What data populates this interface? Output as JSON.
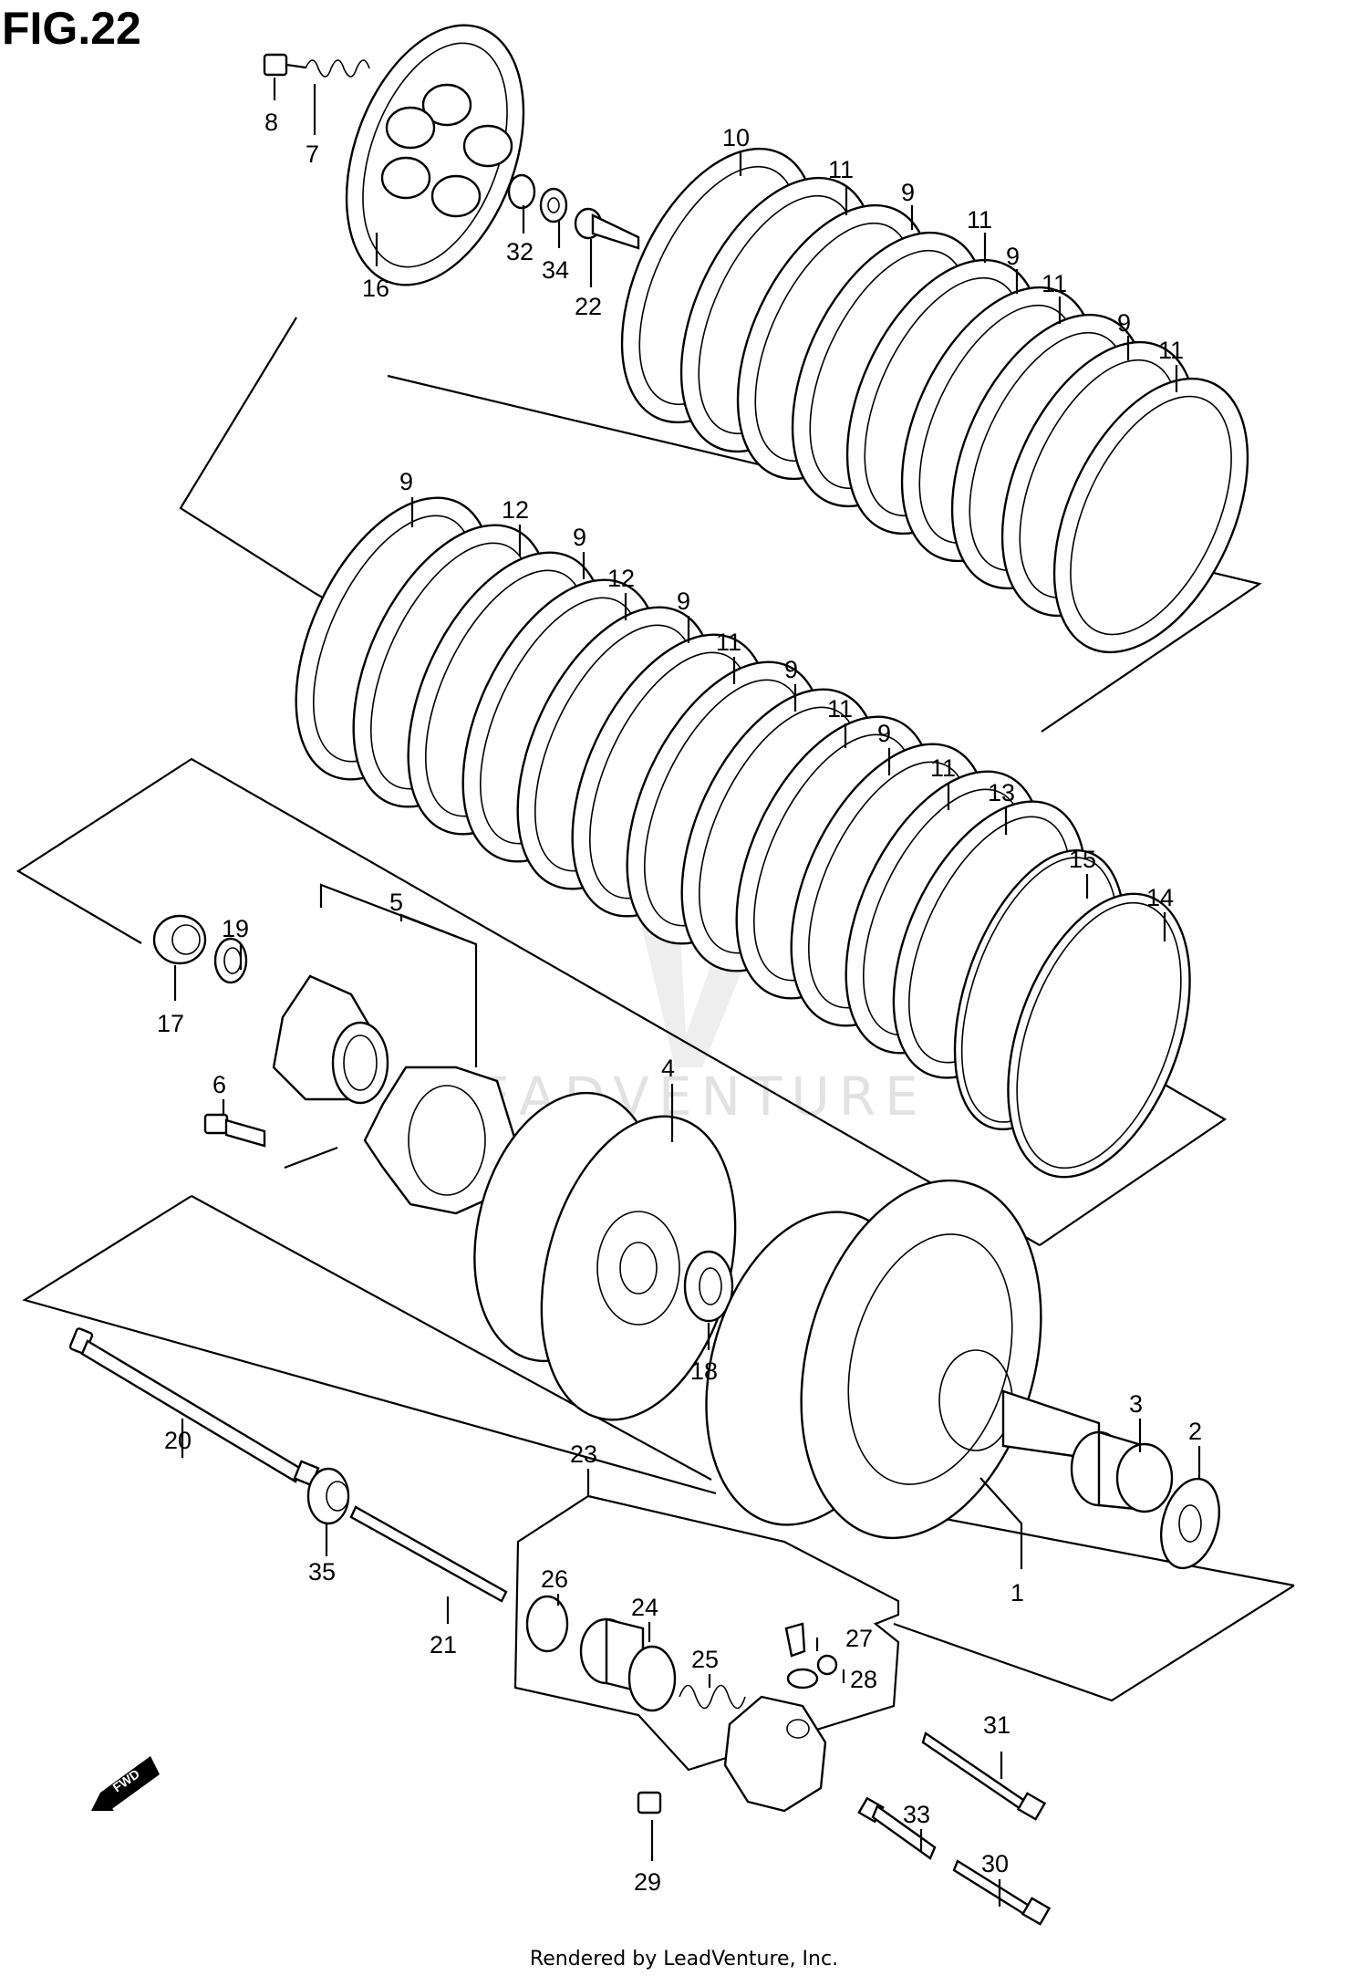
{
  "figure": {
    "title": "FIG.22",
    "footer": "Rendered by LeadVenture, Inc.",
    "watermark": "LEADVENTURE",
    "direction_badge": "FWD"
  },
  "callouts": [
    {
      "id": "c8",
      "text": "8"
    },
    {
      "id": "c7",
      "text": "7"
    },
    {
      "id": "c16",
      "text": "16"
    },
    {
      "id": "c32",
      "text": "32"
    },
    {
      "id": "c34",
      "text": "34"
    },
    {
      "id": "c22",
      "text": "22"
    },
    {
      "id": "c10",
      "text": "10"
    },
    {
      "id": "c11a",
      "text": "11"
    },
    {
      "id": "c9a",
      "text": "9"
    },
    {
      "id": "c11b",
      "text": "11"
    },
    {
      "id": "c9b",
      "text": "9"
    },
    {
      "id": "c11c",
      "text": "11"
    },
    {
      "id": "c9c",
      "text": "9"
    },
    {
      "id": "c11d",
      "text": "11"
    },
    {
      "id": "c9d",
      "text": "9"
    },
    {
      "id": "c12a",
      "text": "12"
    },
    {
      "id": "c9e",
      "text": "9"
    },
    {
      "id": "c12b",
      "text": "12"
    },
    {
      "id": "c9f",
      "text": "9"
    },
    {
      "id": "c11e",
      "text": "11"
    },
    {
      "id": "c9g",
      "text": "9"
    },
    {
      "id": "c11f",
      "text": "11"
    },
    {
      "id": "c9h",
      "text": "9"
    },
    {
      "id": "c11g",
      "text": "11"
    },
    {
      "id": "c13",
      "text": "13"
    },
    {
      "id": "c15",
      "text": "15"
    },
    {
      "id": "c14",
      "text": "14"
    },
    {
      "id": "c5",
      "text": "5"
    },
    {
      "id": "c19",
      "text": "19"
    },
    {
      "id": "c17",
      "text": "17"
    },
    {
      "id": "c6",
      "text": "6"
    },
    {
      "id": "c4",
      "text": "4"
    },
    {
      "id": "c18",
      "text": "18"
    },
    {
      "id": "c3",
      "text": "3"
    },
    {
      "id": "c2",
      "text": "2"
    },
    {
      "id": "c1",
      "text": "1"
    },
    {
      "id": "c20",
      "text": "20"
    },
    {
      "id": "c35",
      "text": "35"
    },
    {
      "id": "c21",
      "text": "21"
    },
    {
      "id": "c23",
      "text": "23"
    },
    {
      "id": "c26",
      "text": "26"
    },
    {
      "id": "c24",
      "text": "24"
    },
    {
      "id": "c25",
      "text": "25"
    },
    {
      "id": "c27",
      "text": "27"
    },
    {
      "id": "c28",
      "text": "28"
    },
    {
      "id": "c31",
      "text": "31"
    },
    {
      "id": "c33",
      "text": "33"
    },
    {
      "id": "c30",
      "text": "30"
    },
    {
      "id": "c29",
      "text": "29"
    }
  ]
}
